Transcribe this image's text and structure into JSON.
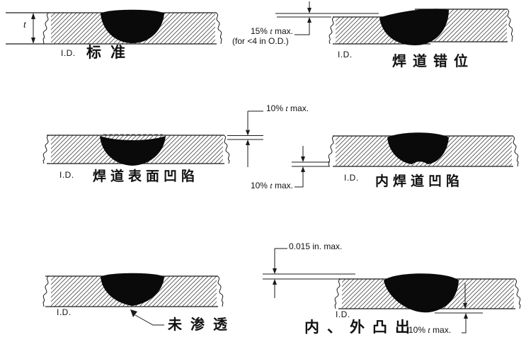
{
  "page": {
    "background": "#ffffff",
    "ink": "#1a1a1a"
  },
  "diagrams": {
    "standard": {
      "id": "I.D.",
      "title": "标准"
    },
    "misalignment": {
      "id": "I.D.",
      "title": "焊道错位"
    },
    "surface_concavity": {
      "id": "I.D.",
      "title": "焊道表面凹陷"
    },
    "internal_concavity": {
      "id": "I.D.",
      "title": "内焊道凹陷"
    },
    "lack_of_penetration": {
      "id": "I.D.",
      "title": "未渗透"
    },
    "protrusion": {
      "id": "I.D.",
      "title": "内、外凸出"
    }
  },
  "dimensions": {
    "thickness": "t",
    "misalignment_max": {
      "pre": "15% ",
      "sym": "t",
      "post": " max."
    },
    "misalignment_note": "(for <4 in O.D.)",
    "surface_concavity_max": {
      "pre": "10% ",
      "sym": "t",
      "post": " max."
    },
    "internal_concavity_max": {
      "pre": "10% ",
      "sym": "t",
      "post": " max."
    },
    "external_protrusion_max": "0.015 in. max.",
    "internal_protrusion_max": {
      "pre": "10% ",
      "sym": "t",
      "post": " max."
    }
  }
}
